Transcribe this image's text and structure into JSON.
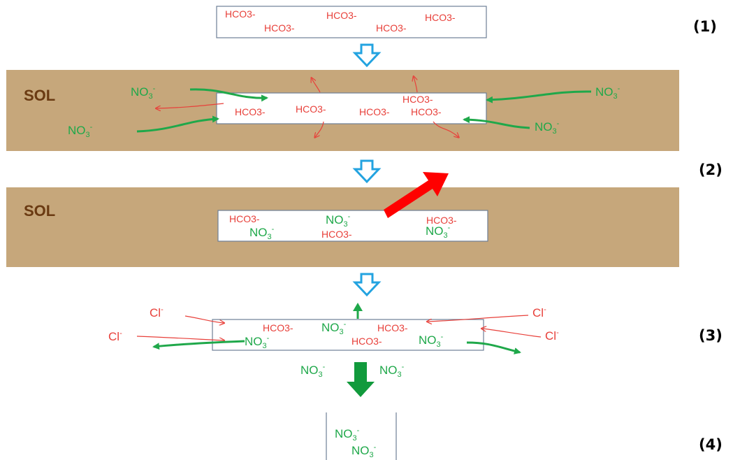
{
  "colors": {
    "soil": "#c6a77b",
    "soil_label": "#6a3a12",
    "bicarbonate": "#e8403a",
    "nitrate": "#1fa84a",
    "chloride": "#e8403a",
    "flow_arrow": "#23a3e0",
    "box_border": "#6d7f96",
    "uptake_arrow": "#ff0000",
    "leach_arrow": "#119a3c"
  },
  "steps": [
    "(1)",
    "(2)",
    "(3)",
    "(4)"
  ],
  "soil_labels": [
    "SOL",
    "SOL"
  ],
  "ions": {
    "bicarbonate": "HCO3-",
    "nitrate_base": "NO",
    "nitrate_sub": "3",
    "nitrate_sup": "-",
    "chloride_base": "Cl",
    "chloride_sup": "-"
  },
  "icons": {
    "flow": "hollow-down-arrow-icon",
    "uptake": "red-diagonal-arrow-icon",
    "leach": "green-down-arrow-icon"
  }
}
